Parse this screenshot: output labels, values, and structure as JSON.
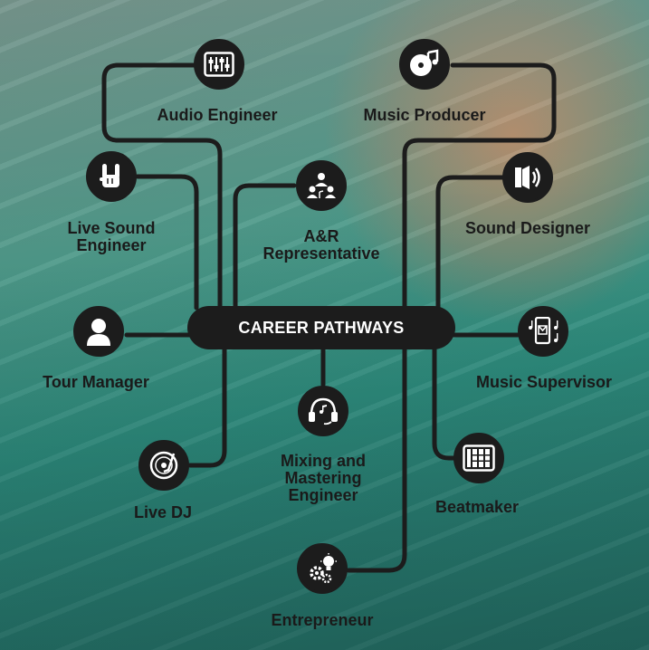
{
  "center": {
    "label": "CAREER PATHWAYS"
  },
  "careers": {
    "audio_engineer": "Audio Engineer",
    "music_producer": "Music Producer",
    "live_sound_line1": "Live Sound",
    "live_sound_line2": "Engineer",
    "ar_line1": "A&R",
    "ar_line2": "Representative",
    "sound_designer": "Sound Designer",
    "tour_manager": "Tour Manager",
    "music_supervisor": "Music Supervisor",
    "mixing_line1": "Mixing and",
    "mixing_line2": "Mastering",
    "mixing_line3": "Engineer",
    "live_dj": "Live DJ",
    "beatmaker": "Beatmaker",
    "entrepreneur": "Entrepreneur"
  },
  "icons": [
    "mixer-icon",
    "music-disc-icon",
    "rock-hand-icon",
    "team-icon",
    "speaker-icon",
    "person-icon",
    "phone-music-icon",
    "headphones-icon",
    "turntable-icon",
    "drum-pad-icon",
    "gears-lightbulb-icon"
  ],
  "colors": {
    "node": "#1c1c1c",
    "text": "#1a1a1a",
    "center_text": "#ffffff"
  }
}
